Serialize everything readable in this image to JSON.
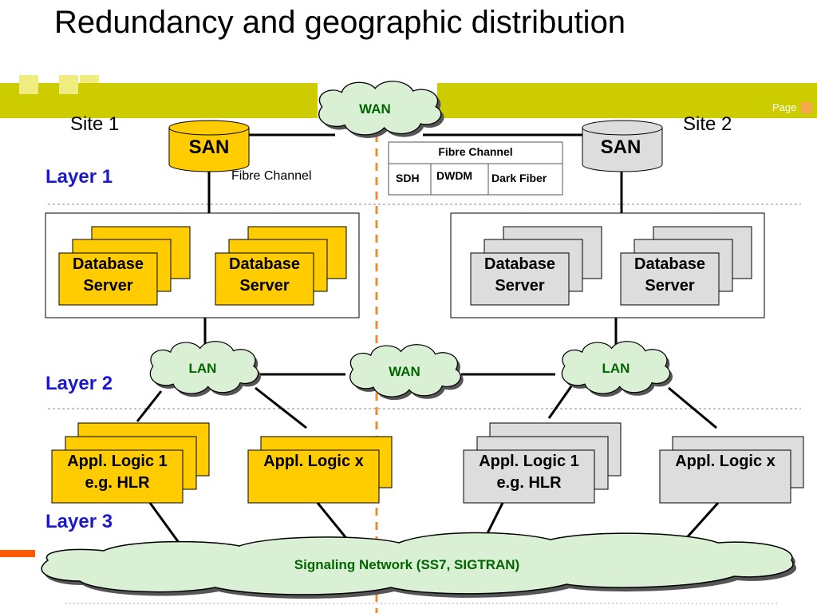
{
  "title": "Redundancy and geographic distribution",
  "page_label": "Page",
  "sites": {
    "site1": "Site 1",
    "site2": "Site 2"
  },
  "layers": {
    "layer1": "Layer 1",
    "layer2": "Layer 2",
    "layer3": "Layer 3"
  },
  "storage": {
    "san1": "SAN",
    "san2": "SAN",
    "link_label": "Fibre Channel"
  },
  "wan_top": "WAN",
  "fibre_table": {
    "header": "Fibre Channel",
    "cells": [
      "SDH",
      "DWDM",
      "Dark Fiber"
    ]
  },
  "servers": {
    "site1_a": [
      "Database",
      "Server"
    ],
    "site1_b": [
      "Database",
      "Server"
    ],
    "site2_a": [
      "Database",
      "Server"
    ],
    "site2_b": [
      "Database",
      "Server"
    ]
  },
  "network": {
    "lan1": "LAN",
    "wan_mid": "WAN",
    "lan2": "LAN"
  },
  "apps": {
    "site1_a": [
      "Appl. Logic 1",
      "e.g. HLR"
    ],
    "site1_b": [
      "Appl. Logic x"
    ],
    "site2_a": [
      "Appl. Logic 1",
      "e.g. HLR"
    ],
    "site2_b": [
      "Appl. Logic x"
    ]
  },
  "signaling": "Signaling Network (SS7, SIGTRAN)",
  "colors": {
    "site1_fill": "#ffcc00",
    "site2_fill": "#dddddd",
    "cloud_fill": "#d9f0d4",
    "layer_text": "#1a1acc",
    "band": "#cccc00",
    "divider": "#f28c28"
  }
}
